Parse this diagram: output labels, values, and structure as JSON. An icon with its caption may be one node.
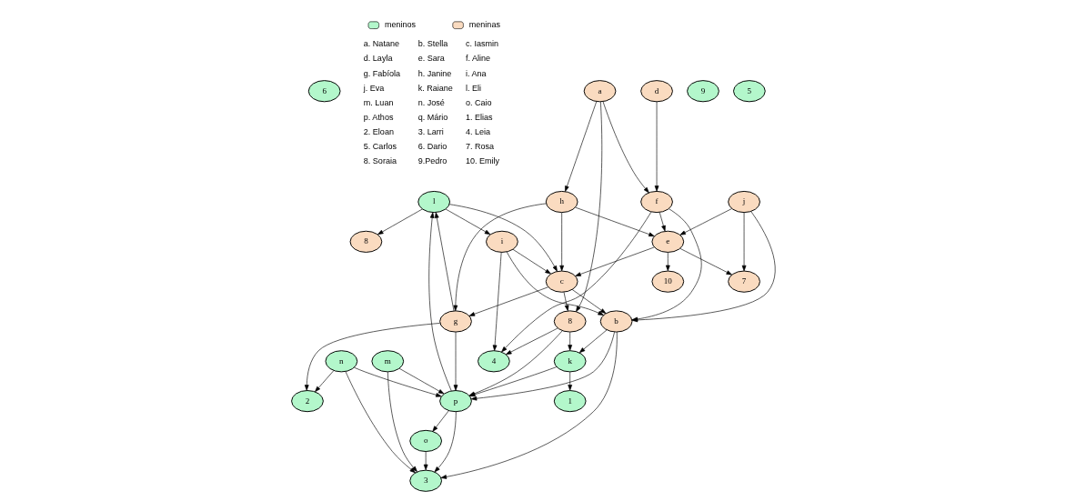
{
  "diagram": {
    "nodes": [
      {
        "text": [
          "6"
        ]
      },
      {
        "text": [
          "8"
        ]
      },
      {
        "text": [
          "l"
        ]
      },
      {
        "text": [
          "m"
        ]
      },
      {
        "text": [
          "n"
        ]
      },
      {
        "text": [
          "2"
        ]
      },
      {
        "text": [
          "3"
        ]
      },
      {
        "text": [
          "g"
        ]
      },
      {
        "text": [
          "9"
        ]
      },
      {
        "text": [
          "p"
        ]
      },
      {
        "text": [
          "o"
        ]
      },
      {
        "text": [
          "b"
        ]
      },
      {
        "text": [
          "k"
        ]
      },
      {
        "text": [
          "8"
        ]
      },
      {
        "text": [
          "5"
        ]
      },
      {
        "text": [
          "j"
        ]
      },
      {
        "text": [
          "i"
        ]
      },
      {
        "text": [
          "7"
        ]
      },
      {
        "text": [
          "c"
        ]
      },
      {
        "text": [
          "e"
        ]
      },
      {
        "text": [
          "4"
        ]
      },
      {
        "text": [
          "f"
        ]
      },
      {
        "text": [
          "10"
        ]
      },
      {
        "text": [
          "a"
        ]
      },
      {
        "text": [
          "d"
        ]
      },
      {
        "text": [
          "h"
        ]
      },
      {
        "text": [
          "1"
        ]
      }
    ],
    "edges": [
      {
        "from": 2,
        "to": 1,
        "arrow": "to"
      },
      {
        "from": 3,
        "to": 6,
        "arrow": "to"
      },
      {
        "from": 3,
        "to": 9,
        "arrow": "to"
      },
      {
        "from": 4,
        "to": 6,
        "arrow": "to"
      },
      {
        "from": 4,
        "to": 9,
        "arrow": "to"
      },
      {
        "from": 4,
        "to": 5,
        "arrow": "to"
      },
      {
        "from": 7,
        "to": 5,
        "arrow": "to"
      },
      {
        "from": 7,
        "to": 2,
        "arrow": "to"
      },
      {
        "from": 7,
        "to": 9,
        "arrow": "to"
      },
      {
        "from": 9,
        "to": 6,
        "arrow": "to"
      },
      {
        "from": 9,
        "to": 10,
        "arrow": "to"
      },
      {
        "from": 10,
        "to": 6,
        "arrow": "to"
      },
      {
        "from": 9,
        "to": 2,
        "arrow": "to"
      },
      {
        "from": 2,
        "to": 16,
        "arrow": "to"
      },
      {
        "from": 2,
        "to": 18,
        "arrow": "to"
      },
      {
        "from": 11,
        "to": 6,
        "arrow": "to"
      },
      {
        "from": 11,
        "to": 9,
        "arrow": "to"
      },
      {
        "from": 11,
        "to": 12,
        "arrow": "to"
      },
      {
        "from": 12,
        "to": 9,
        "arrow": "to"
      },
      {
        "from": 12,
        "to": 26,
        "arrow": "to"
      },
      {
        "from": 13,
        "to": 9,
        "arrow": "to"
      },
      {
        "from": 13,
        "to": 12,
        "arrow": "to"
      },
      {
        "from": 13,
        "to": 20,
        "arrow": "to"
      },
      {
        "from": 18,
        "to": 13,
        "arrow": "to"
      },
      {
        "from": 23,
        "to": 13,
        "arrow": "to"
      },
      {
        "from": 18,
        "to": 7,
        "arrow": "to"
      },
      {
        "from": 25,
        "to": 7,
        "arrow": "to"
      },
      {
        "from": 18,
        "to": 11,
        "arrow": "to"
      },
      {
        "from": 16,
        "to": 11,
        "arrow": "to"
      },
      {
        "from": 16,
        "to": 18,
        "arrow": "to"
      },
      {
        "from": 16,
        "to": 20,
        "arrow": "to"
      },
      {
        "from": 19,
        "to": 18,
        "arrow": "to"
      },
      {
        "from": 15,
        "to": 11,
        "arrow": "to"
      },
      {
        "from": 15,
        "to": 17,
        "arrow": "to"
      },
      {
        "from": 15,
        "to": 19,
        "arrow": "to"
      },
      {
        "from": 19,
        "to": 17,
        "arrow": "to"
      },
      {
        "from": 19,
        "to": 22,
        "arrow": "to"
      },
      {
        "from": 21,
        "to": 11,
        "arrow": "to"
      },
      {
        "from": 21,
        "to": 19,
        "arrow": "to"
      },
      {
        "from": 21,
        "to": 20,
        "arrow": "to"
      },
      {
        "from": 23,
        "to": 21,
        "arrow": "to"
      },
      {
        "from": 23,
        "to": 25,
        "arrow": "to"
      },
      {
        "from": 25,
        "to": 18,
        "arrow": "to"
      },
      {
        "from": 25,
        "to": 19,
        "arrow": "to"
      },
      {
        "from": 24,
        "to": 21,
        "arrow": "to"
      }
    ],
    "labels": [
      "a. Natane",
      "b. Stella",
      "c. Iasmin",
      "d. Layla",
      "e. Sara",
      "f. Aline",
      "g. Fabíola",
      "h. Janine",
      "i. Ana",
      "j. Eva",
      "k. Raiane",
      "l. Eli",
      "m. Luan",
      "n. José",
      "o. Caio",
      "p. Athos",
      "q. Mário",
      "1. Elias",
      "2. Eloan",
      "3. Larri",
      "4. Leia",
      "5. Carlos",
      "6. Dario",
      "7. Rosa",
      "8. Soraia",
      "9.Pedro",
      "10. Emily"
    ],
    "legend": [
      {
        "text": "meninos",
        "color": "#b3f7cb"
      },
      {
        "text": "meninas",
        "color": "#fadbc0"
      }
    ]
  }
}
